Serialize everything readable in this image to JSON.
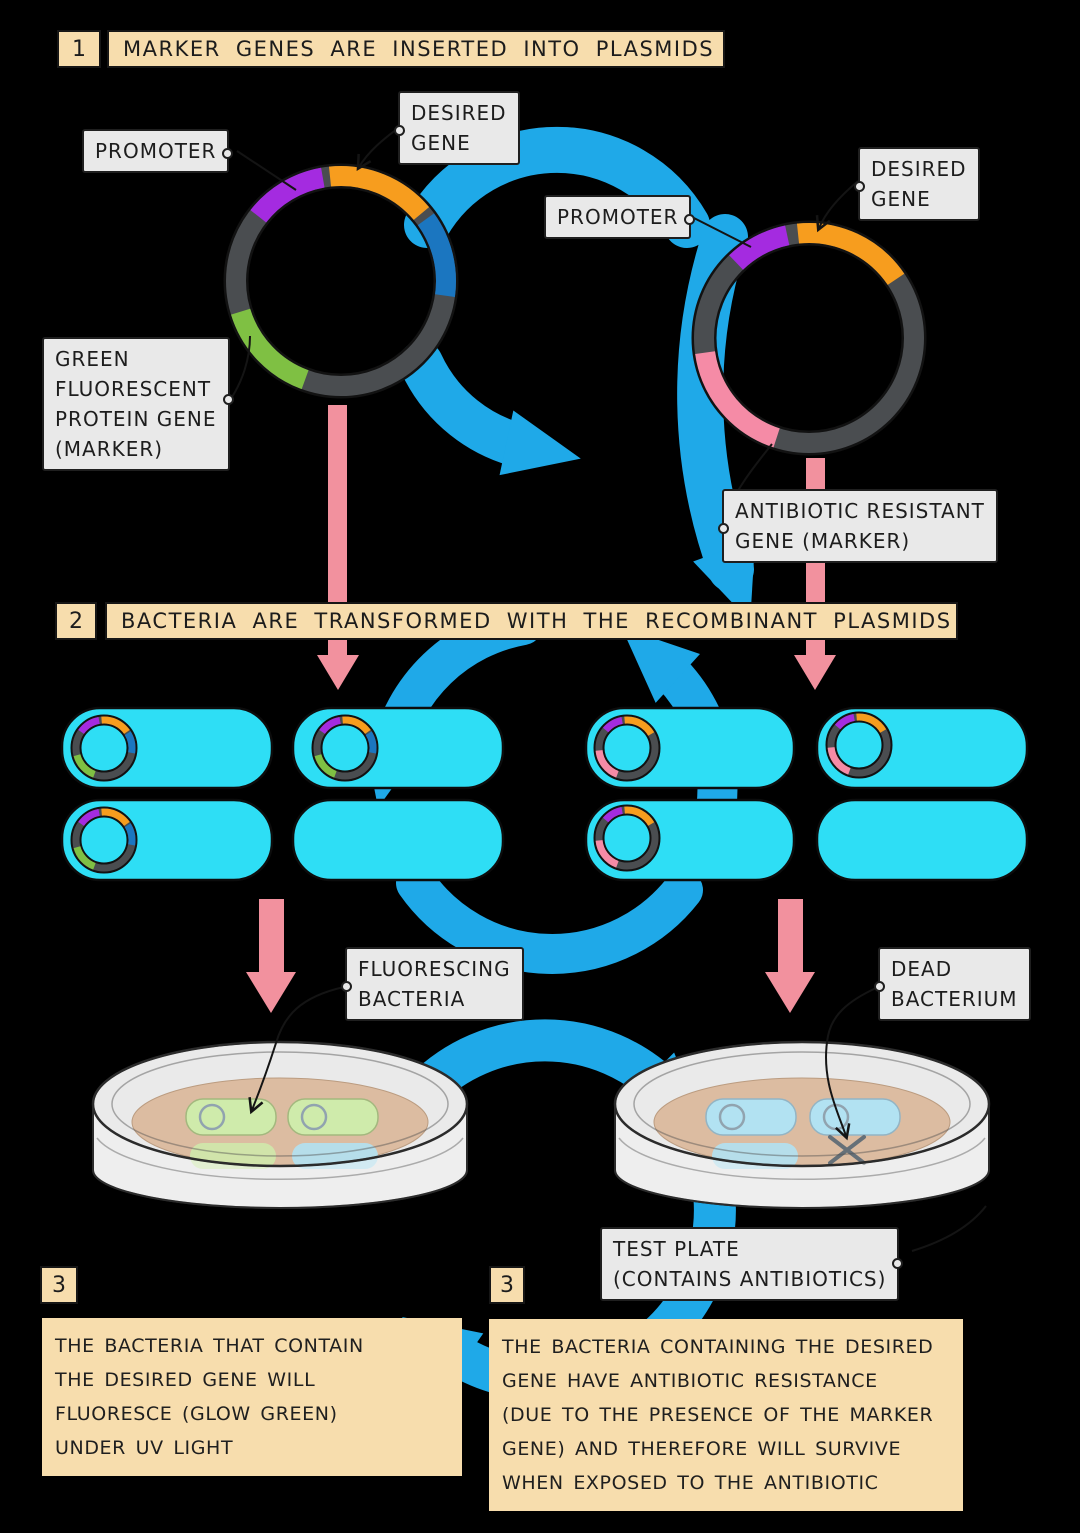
{
  "colors": {
    "background": "#000000",
    "banner_fill": "#f7ddad",
    "tag_fill": "#e9e9e9",
    "arrow_blue": "#1fa9e8",
    "arrow_pink": "#f2919e",
    "bacteria_cyan": "#2edef5",
    "plasmid_ring_gray": "#4a4d50",
    "gene_purple": "#a42be0",
    "gene_orange": "#f79d1e",
    "gene_blue": "#1b76c0",
    "gene_green": "#7fc043",
    "gene_pink": "#f58ba6",
    "agar_tan": "#d8b191",
    "glow_green": "#c9eb9d",
    "dish_bacteria_blue": "#a5e0f3",
    "dish_glass": "#e9e9e9"
  },
  "step1": {
    "number": "1",
    "title": "MARKER GENES ARE INSERTED INTO PLASMIDS"
  },
  "step2": {
    "number": "2",
    "title": "BACTERIA ARE TRANSFORMED WITH THE RECOMBINANT PLASMIDS"
  },
  "labels": {
    "promoter_left": "PROMOTER",
    "desired_gene_left": [
      "DESIRED",
      "GENE"
    ],
    "gfp_marker": [
      "GREEN",
      "FLUORESCENT",
      "PROTEIN GENE",
      "(MARKER)"
    ],
    "promoter_right": "PROMOTER",
    "desired_gene_right": [
      "DESIRED",
      "GENE"
    ],
    "abr_marker": [
      "ANTIBIOTIC RESISTANT",
      "GENE (MARKER)"
    ],
    "fluorescing": [
      "FLUORESCING",
      "BACTERIA"
    ],
    "dead": [
      "DEAD",
      "BACTERIUM"
    ],
    "test_plate": [
      "TEST PLATE",
      "(CONTAINS ANTIBIOTICS)"
    ]
  },
  "step3_left": {
    "number": "3",
    "lines": [
      "THE BACTERIA THAT CONTAIN",
      "THE DESIRED GENE WILL",
      "FLUORESCE (GLOW GREEN)",
      "UNDER UV LIGHT"
    ]
  },
  "step3_right": {
    "number": "3",
    "lines": [
      "THE BACTERIA CONTAINING THE DESIRED",
      "GENE HAVE ANTIBIOTIC RESISTANCE",
      "(DUE TO THE PRESENCE OF THE MARKER",
      "GENE) AND THEREFORE WILL SURVIVE",
      "WHEN EXPOSED TO THE ANTIBIOTIC"
    ]
  }
}
